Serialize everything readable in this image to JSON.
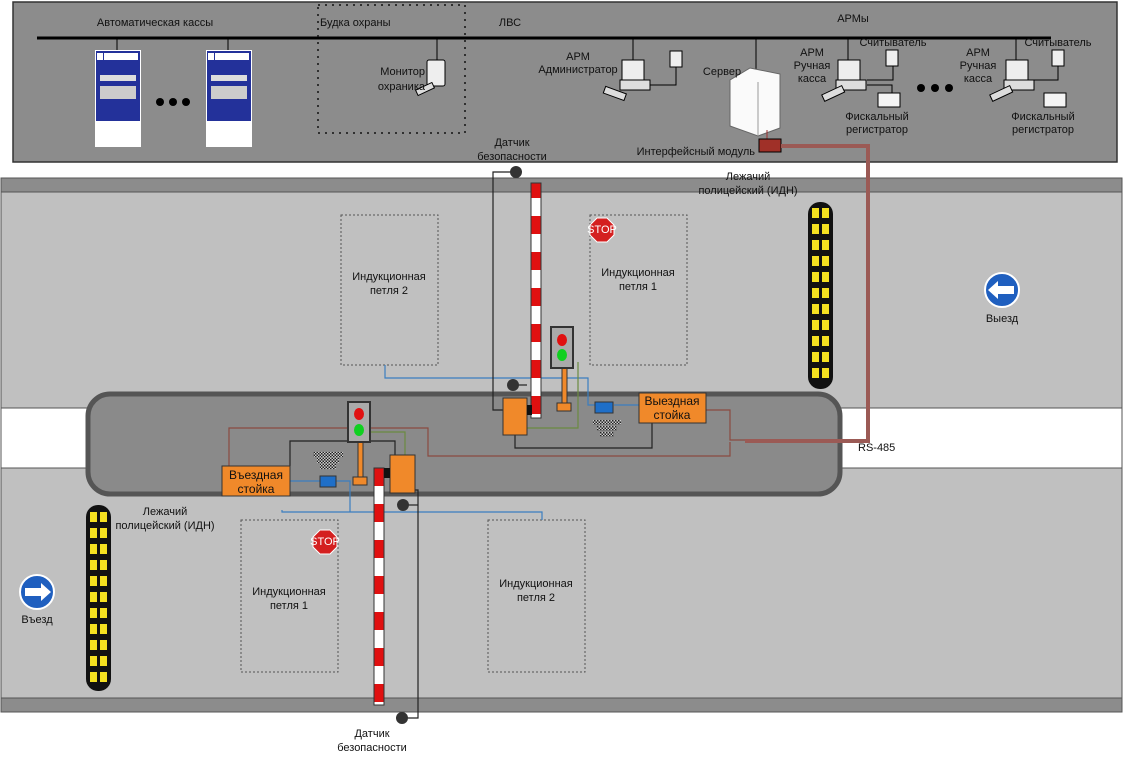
{
  "network": {
    "kiosks_label": "Автоматическая кассы",
    "guard_booth_label": "Будка охраны",
    "lan_label": "ЛВС",
    "workstations_label": "АРМы",
    "guard_monitor_label": [
      "Монитор",
      "охраника"
    ],
    "admin_label": [
      "АРМ",
      "Администратор"
    ],
    "server_label": "Сервер",
    "interface_module_label": "Интерфейсный модуль",
    "cashier_1": {
      "label": [
        "АРМ",
        "Ручная",
        "касса"
      ],
      "reader": "Считыватель",
      "fiscal": [
        "Фискальный",
        "регистратор"
      ]
    },
    "cashier_2": {
      "label": [
        "АРМ",
        "Ручная",
        "касса"
      ],
      "reader": "Считыватель",
      "fiscal": [
        "Фискальный",
        "регистратор"
      ]
    }
  },
  "site": {
    "safety_sensor_top": [
      "Датчик",
      "безопасности"
    ],
    "safety_sensor_bottom": [
      "Датчик",
      "безопасности"
    ],
    "speed_bump_top": [
      "Лежачий",
      "полицейский (ИДН)"
    ],
    "speed_bump_bottom": [
      "Лежачий",
      "полицейский (ИДН)"
    ],
    "loop_top_left": [
      "Индукционная",
      "петля 2"
    ],
    "loop_top_right": [
      "Индукционная",
      "петля 1"
    ],
    "loop_bottom_left": [
      "Индукционная",
      "петля 1"
    ],
    "loop_bottom_right": [
      "Индукционная",
      "петля 2"
    ],
    "stop_sign": "STOP",
    "exit_stand": [
      "Выездная",
      "стойка"
    ],
    "entry_stand": [
      "Въездная",
      "стойка"
    ],
    "rs485_label": "RS-485",
    "exit_label": "Выезд",
    "entry_label": "Въезд"
  },
  "colors": {
    "panel": "#8c8c8c",
    "road": "#c0c0c0",
    "island": "#8a8a8a",
    "stand": "#f0892a",
    "cable": "#9b5a55",
    "sign_blue": "#1f5fbf"
  }
}
